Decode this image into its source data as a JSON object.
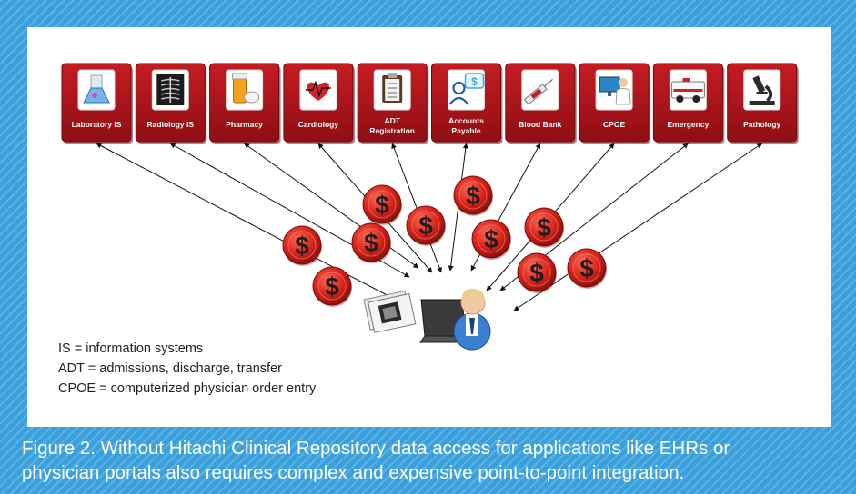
{
  "systems": [
    {
      "label": "Laboratory IS",
      "icon": "flask-icon"
    },
    {
      "label": "Radiology IS",
      "icon": "xray-icon"
    },
    {
      "label": "Pharmacy",
      "icon": "pill-bottle-icon"
    },
    {
      "label": "Cardiology",
      "icon": "heart-ekg-icon"
    },
    {
      "label": "ADT Registration",
      "lines": [
        "ADT",
        "Registration"
      ],
      "icon": "clipboard-icon"
    },
    {
      "label": "Accounts Payable",
      "lines": [
        "Accounts",
        "Payable"
      ],
      "icon": "user-dollar-icon"
    },
    {
      "label": "Blood Bank",
      "icon": "syringe-icon"
    },
    {
      "label": "CPOE",
      "icon": "doctor-computer-icon"
    },
    {
      "label": "Emergency",
      "icon": "ambulance-icon"
    },
    {
      "label": "Pathology",
      "icon": "microscope-icon"
    }
  ],
  "coin_symbol": "$",
  "legend": [
    "IS = information systems",
    "ADT = admissions, discharge, transfer",
    "CPOE = computerized physician order entry"
  ],
  "caption": [
    "Figure 2. Without Hitachi Clinical Repository data access for applications like EHRs or",
    "physician portals also requires complex and expensive point-to-point integration."
  ],
  "colors": {
    "background": "#3aa0dc",
    "tile": "#b0151c",
    "tile_dark": "#7d0c10",
    "coin": "#d8231c",
    "coin_symbol": "#1d1d1d"
  }
}
